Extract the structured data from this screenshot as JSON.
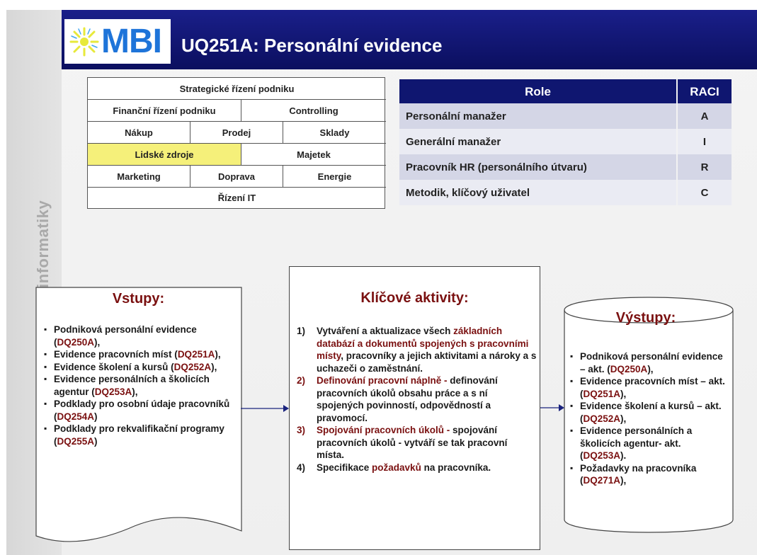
{
  "side_text": "MBI - Management byznys informatiky",
  "header": {
    "logo_text": "MBI",
    "title": "UQ251A: Personální evidence"
  },
  "process_grid": {
    "strategic": "Strategické řízení podniku",
    "finance": "Finanční řízení podniku",
    "controlling": "Controlling",
    "nakup": "Nákup",
    "prodej": "Prodej",
    "sklady": "Sklady",
    "lidske_zdroje": "Lidské zdroje",
    "majetek": "Majetek",
    "marketing": "Marketing",
    "doprava": "Doprava",
    "energie": "Energie",
    "rizeni_it": "Řízení IT",
    "highlight_color": "#f5f07a"
  },
  "raci": {
    "header_role": "Role",
    "header_raci": "RACI",
    "rows": [
      {
        "role": "Personální  manažer",
        "value": "A"
      },
      {
        "role": "Generální manažer",
        "value": "I"
      },
      {
        "role": "Pracovník HR (personálního útvaru)",
        "value": "R"
      },
      {
        "role": "Metodik, klíčový uživatel",
        "value": "C"
      }
    ]
  },
  "inputs": {
    "title": "Vstupy:",
    "items": [
      {
        "text": "Podniková personální evidence (",
        "code": "DQ250A",
        "tail": "),"
      },
      {
        "text": "Evidence pracovních míst (",
        "code": "DQ251A",
        "tail": "),"
      },
      {
        "text": "Evidence školení a kursů (",
        "code": "DQ252A",
        "tail": "),"
      },
      {
        "text": "Evidence personálních a školicích agentur (",
        "code": "DQ253A",
        "tail": "),"
      },
      {
        "text": "Podklady pro osobní údaje pracovníků (",
        "code": "DQ254A",
        "tail": ")"
      },
      {
        "text": "Podklady pro rekvalifikační programy  (",
        "code": "DQ255A",
        "tail": ")"
      }
    ]
  },
  "activities": {
    "title": "Klíčové aktivity:",
    "items": [
      {
        "num": "1)",
        "pre": "Vytváření a aktualizace všech ",
        "dark": "základních databází a dokumentů spojených s pracovními místy",
        "post": ", pracovníky a jejich aktivitami a nároky a s uchazeči o zaměstnání."
      },
      {
        "num": "2)",
        "pre": "",
        "dark": "Definování pracovní náplně -",
        "post": " definování pracovních úkolů obsahu práce a s ní spojených povinností, odpovědností a pravomocí."
      },
      {
        "num": "3)",
        "pre": "",
        "dark": "Spojování pracovních úkolů -",
        "post": " spojování pracovních úkolů - vytváří se tak pracovní místa."
      },
      {
        "num": "4)",
        "pre": "Specifikace ",
        "dark": "požadavků",
        "post": " na pracovníka."
      }
    ]
  },
  "outputs": {
    "title": "Výstupy:",
    "items": [
      {
        "text": "Podniková personální evidence – akt. (",
        "code": "DQ250A",
        "tail": "),"
      },
      {
        "text": "Evidence pracovních míst – akt. (",
        "code": "DQ251A",
        "tail": "),"
      },
      {
        "text": "Evidence školení a kursů – akt. (",
        "code": "DQ252A",
        "tail": "),"
      },
      {
        "text": "Evidence personálních a školicích agentur- akt. (",
        "code": "DQ253A",
        "tail": ")."
      },
      {
        "text": "Požadavky na pracovníka (",
        "code": "DQ271A",
        "tail": "),"
      }
    ]
  }
}
